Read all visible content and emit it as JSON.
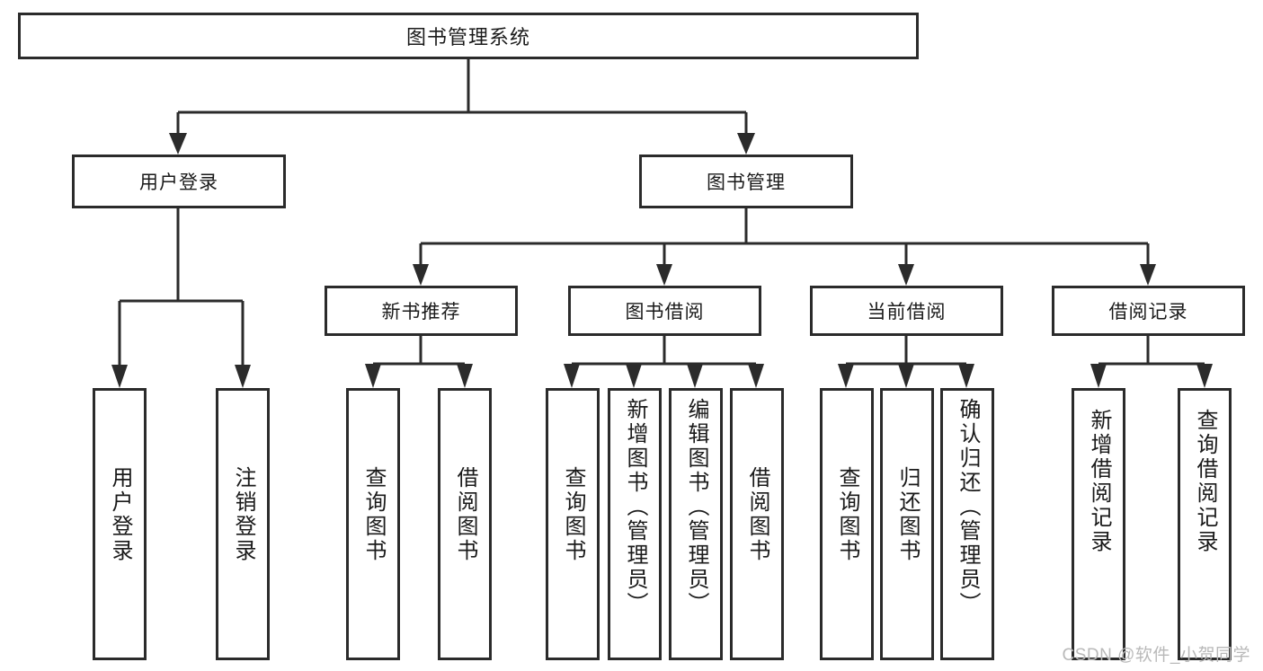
{
  "diagram": {
    "type": "tree",
    "title": "图书管理系统",
    "root": {
      "label": "图书管理系统"
    },
    "level1": [
      {
        "label": "用户登录"
      },
      {
        "label": "图书管理"
      }
    ],
    "level2": [
      {
        "label": "新书推荐"
      },
      {
        "label": "图书借阅"
      },
      {
        "label": "当前借阅"
      },
      {
        "label": "借阅记录"
      }
    ],
    "leaves": {
      "user_login": [
        {
          "label": "用户登录"
        },
        {
          "label": "注销登录"
        }
      ],
      "new_book_recommend": [
        {
          "label": "查询图书"
        },
        {
          "label": "借阅图书"
        }
      ],
      "book_borrow": [
        {
          "label": "查询图书"
        },
        {
          "label": "新增图书（管理员）"
        },
        {
          "label": "编辑图书（管理员）"
        },
        {
          "label": "借阅图书"
        }
      ],
      "current_borrow": [
        {
          "label": "查询图书"
        },
        {
          "label": "归还图书"
        },
        {
          "label": "确认归还（管理员）"
        }
      ],
      "borrow_record": [
        {
          "label": "新增借阅记录"
        },
        {
          "label": "查询借阅记录"
        }
      ]
    }
  },
  "watermark": {
    "text": "CSDN @软件_小贺同学"
  },
  "colors": {
    "background": "#ffffff",
    "stroke": "#2b2b2b",
    "text": "#1a1a1a",
    "watermark": "#b9b9b9"
  }
}
